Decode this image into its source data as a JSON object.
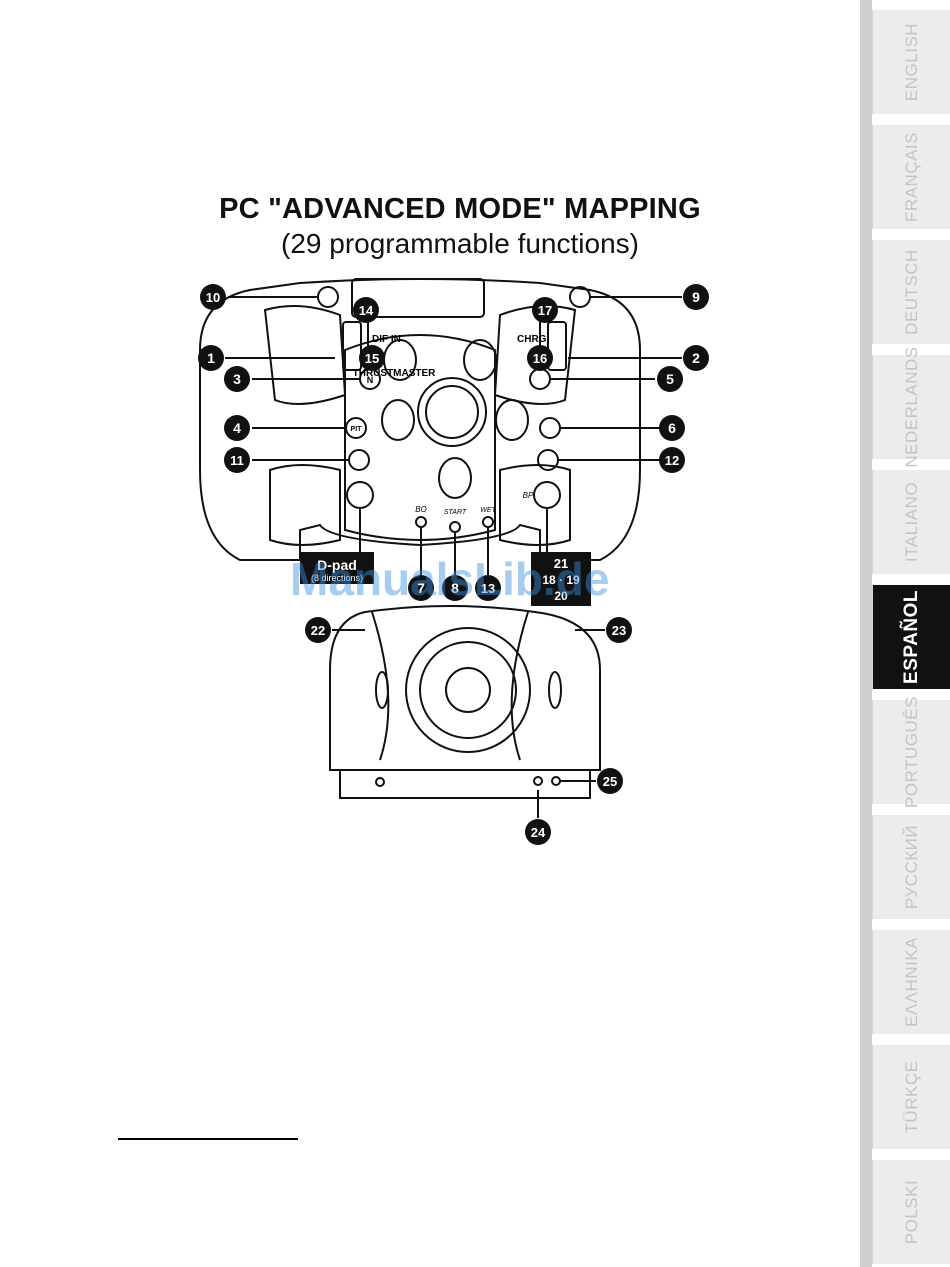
{
  "title": "PC \"ADVANCED MODE\" MAPPING",
  "subtitle": "(29 programmable functions)",
  "brand": "THRUSTMASTER",
  "wheel_labels": {
    "dif_in": "DIF IN",
    "chrg": "CHRG",
    "bo": "BO",
    "start": "START",
    "wet": "WET",
    "bp": "BP",
    "btn_n": "N",
    "btn_pit": "PIT"
  },
  "dpad_box": {
    "title": "D-pad",
    "sub": "(8 directions)"
  },
  "right_box": {
    "line1": "21",
    "line2": "18 · 19",
    "line3": "20"
  },
  "callouts": [
    "10",
    "9",
    "14",
    "17",
    "15",
    "16",
    "1",
    "2",
    "3",
    "5",
    "4",
    "6",
    "11",
    "12",
    "22",
    "23",
    "25",
    "24",
    "7",
    "8",
    "13"
  ],
  "tabs": [
    "ENGLISH",
    "FRANÇAIS",
    "DEUTSCH",
    "NEDERLANDS",
    "ITALIANO",
    "ESPAÑOL",
    "PORTUGUÊS",
    "РУССКИЙ",
    "ΕΛΛΗΝΙΚΑ",
    "TÜRKÇE",
    "POLSKI"
  ],
  "active_tab": "ESPAÑOL",
  "watermark": "ManualsLib.de",
  "colors": {
    "accent": "#111111",
    "watermark": "#3b8fe0"
  }
}
